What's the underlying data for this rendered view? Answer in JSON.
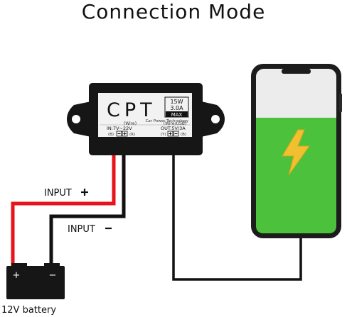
{
  "title": "Connection Mode",
  "converter": {
    "brand": "CPT",
    "rating_line1": "15W",
    "rating_line2": "3.0A",
    "rating_line3": "MAX",
    "subtitle": "Car Power Technology",
    "input_tag": "(Wire)",
    "output_tag": "(Wire/USB)",
    "input_spec": "IN:7V~22V",
    "output_spec": "OUT:5V/3A",
    "input_b": "(B)",
    "input_r": "(R)",
    "output_y": "(Y)",
    "output_b": "(B)"
  },
  "labels": {
    "input_positive": "INPUT",
    "input_negative": "INPUT",
    "battery": "12V battery"
  },
  "battery": {
    "plus": "+",
    "minus": "−"
  },
  "colors": {
    "wire_positive": "#e8141c",
    "wire_negative": "#111111",
    "phone_screen_green": "#4cc13c",
    "phone_screen_top": "#ececec",
    "bolt": "#f0c030",
    "converter_body": "#161616",
    "label_panel": "#f2f2f2"
  },
  "icons": {
    "phone_bolt": "lightning-bolt-icon",
    "battery": "battery-icon"
  }
}
